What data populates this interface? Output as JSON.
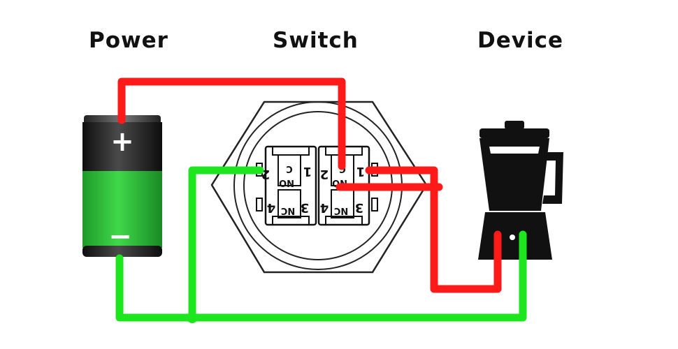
{
  "labels": {
    "power": "Power",
    "switch": "Switch",
    "device": "Device"
  },
  "battery": {
    "positive": "+",
    "negative": "−"
  },
  "switch_pins": {
    "left_contact": {
      "top_number": "2",
      "top_tag": "NO",
      "bottom_number": "4",
      "bottom_tag": "NC"
    },
    "left_right": {
      "top_number": "1",
      "top_tag": "C",
      "bottom_number": "3"
    },
    "right_contact": {
      "top_number": "2",
      "top_tag": "NO",
      "bottom_number": "4",
      "bottom_tag": "NC"
    },
    "right_right": {
      "top_number": "1",
      "top_tag": "C",
      "bottom_number": "3"
    }
  },
  "colors": {
    "wire_positive": "#ff1a1a",
    "wire_negative": "#1ee61e",
    "battery_green": "#2fc43a",
    "battery_dark": "#1c1c1c",
    "device_body": "#111111"
  }
}
